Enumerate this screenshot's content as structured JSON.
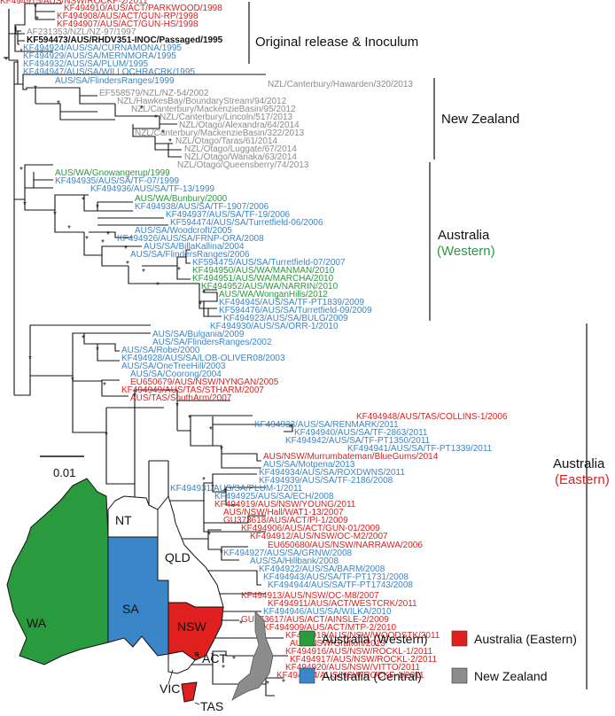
{
  "colors": {
    "western": "#2a9a3f",
    "eastern": "#e0201e",
    "central": "#3a86c8",
    "nz": "#8c8c8c",
    "black": "#111111"
  },
  "groups": {
    "original": "Original release & Inoculum",
    "nz": "New Zealand",
    "aus_w_1": "Australia",
    "aus_w_2": "(Western)",
    "aus_e_1": "Australia",
    "aus_e_2": "(Eastern)"
  },
  "scale_label": "0.01",
  "star": "*",
  "tips": [
    {
      "label": "KF494910/AUS/ACT/PARKWOOD/1998",
      "region": "eastern"
    },
    {
      "label": "KF494908/AUS/ACT/GUN-RP/1998",
      "region": "eastern"
    },
    {
      "label": "KF494907/AUS/ACT/GUN-HS/1998",
      "region": "eastern"
    },
    {
      "label": "AF231353/NZL/NZ-97/1997",
      "region": "nz"
    },
    {
      "label": "KF594473/AUS/RHDV351-INOC/Passaged/1995",
      "region": "black",
      "bold": true
    },
    {
      "label": "KF494924/AUS/SA/CURNAMONA/1995",
      "region": "central"
    },
    {
      "label": "KF494929/AUS/SA/MERNMORA/1995",
      "region": "central"
    },
    {
      "label": "KF494932/AUS/SA/PLUM/1995",
      "region": "central"
    },
    {
      "label": "KF494947/AUS/SA/WILLOCHRACRK/1995",
      "region": "central"
    },
    {
      "label": "AUS/SA/FlindersRanges/1999",
      "region": "central"
    },
    {
      "label": "NZL/Canterbury/Hawarden/320/2013",
      "region": "nz"
    },
    {
      "label": "EF558579/NZL/NZ-54/2002",
      "region": "nz"
    },
    {
      "label": "NZL/HawkesBay/BoundaryStream/94/2012",
      "region": "nz"
    },
    {
      "label": "NZL/Canterbury/MackenzieBasin/95/2012",
      "region": "nz"
    },
    {
      "label": "NZL/Canterbury/Lincoln/517/2013",
      "region": "nz"
    },
    {
      "label": "NZL/Otago/Alexandra/64/2014",
      "region": "nz"
    },
    {
      "label": "NZL/Canterbury/MackenzieBasin/322/2013",
      "region": "nz"
    },
    {
      "label": "NZL/Otago/Taras/61/2014",
      "region": "nz"
    },
    {
      "label": "NZL/Otago/Luggate/67/2014",
      "region": "nz"
    },
    {
      "label": "NZL/Otago/Wanaka/63/2014",
      "region": "nz"
    },
    {
      "label": "NZL/Otago/Queensberry/74/2013",
      "region": "nz"
    },
    {
      "label": "AUS/WA/Gnowangerup/1999",
      "region": "western"
    },
    {
      "label": "KF494935/AUS/SA/TF-07/1999",
      "region": "central"
    },
    {
      "label": "KF494936/AUS/SA/TF-13/1999",
      "region": "central"
    },
    {
      "label": "AUS/WA/Bunbury/2000",
      "region": "western"
    },
    {
      "label": "KF494938/AUS/SA/TF-1907/2006",
      "region": "central"
    },
    {
      "label": "KF494937/AUS/SA/TF-19/2006",
      "region": "central"
    },
    {
      "label": "KF594474/AUS/SA/Turretfield-06/2006",
      "region": "central"
    },
    {
      "label": "AUS/SA/Woodcroft/2005",
      "region": "central"
    },
    {
      "label": "KF494926/AUS/SA/FRNP-ORA/2008",
      "region": "central"
    },
    {
      "label": "AUS/SA/BillaKallina/2004",
      "region": "central"
    },
    {
      "label": "AUS/SA/FlindersRanges/2006",
      "region": "central"
    },
    {
      "label": "KF594475/AUS/SA/Turretfield-07/2007",
      "region": "central"
    },
    {
      "label": "KF494950/AUS/WA/MANMAN/2010",
      "region": "western"
    },
    {
      "label": "KF494951/AUS/WA/MARCHA/2010",
      "region": "western"
    },
    {
      "label": "KF494952/AUS/WA/NARRIN/2010",
      "region": "western"
    },
    {
      "label": "AUS/WA/WonganHills/2012",
      "region": "western"
    },
    {
      "label": "KF494945/AUS/SA/TF-PT1839/2009",
      "region": "central"
    },
    {
      "label": "KF594476/AUS/SA/Turretfield-09/2009",
      "region": "central"
    },
    {
      "label": "KF494923/AUS/SA/BULG/2009",
      "region": "central"
    },
    {
      "label": "KF494930/AUS/SA/ORR-1/2010",
      "region": "central"
    },
    {
      "label": "AUS/SA/Bulgania/2009",
      "region": "central"
    },
    {
      "label": "AUS/SA/FlindersRanges/2002",
      "region": "central"
    },
    {
      "label": "AUS/SA/Robe/2000",
      "region": "central"
    },
    {
      "label": "KF494928/AUS/SA/LOB-OLIVER08/2003",
      "region": "central"
    },
    {
      "label": "AUS/SA/OneTreeHill/2003",
      "region": "central"
    },
    {
      "label": "AUS/SA/Coorong/2004",
      "region": "central"
    },
    {
      "label": "EU650679/AUS/NSW/NYNGAN/2005",
      "region": "eastern"
    },
    {
      "label": "KF494949/AUS/TAS/STHARM/2007",
      "region": "eastern"
    },
    {
      "label": "AUS/TAS/SouthArm/2007",
      "region": "eastern"
    },
    {
      "label": "KF494948/AUS/TAS/COLLINS-1/2006",
      "region": "eastern"
    },
    {
      "label": "KF494933/AUS/SA/RENMARK/2011",
      "region": "central"
    },
    {
      "label": "KF494940/AUS/SA/TF-2863/2011",
      "region": "central"
    },
    {
      "label": "KF494942/AUS/SA/TF-PT1350/2011",
      "region": "central"
    },
    {
      "label": "KF494941/AUS/SA/TF-PT1339/2011",
      "region": "central"
    },
    {
      "label": "AUS/NSW/Murrumbateman/BlueGums/2014",
      "region": "eastern"
    },
    {
      "label": "AUS/SA/Motpena/2013",
      "region": "central"
    },
    {
      "label": "KF494934/AUS/SA/ROXDWNS/2011",
      "region": "central"
    },
    {
      "label": "KF494939/AUS/SA/TF-2186/2008",
      "region": "central"
    },
    {
      "label": "KF494931/AUS/SA/PLUM-1/2011",
      "region": "central"
    },
    {
      "label": "KF494925/AUS/SA/ECH/2008",
      "region": "central"
    },
    {
      "label": "KF494919/AUS/NSW/YOUNG/2011",
      "region": "eastern"
    },
    {
      "label": "AUS/NSW/Hall/WAT1-13/2007",
      "region": "eastern"
    },
    {
      "label": "GU373618/AUS/ACT/PI-1/2009",
      "region": "eastern"
    },
    {
      "label": "KF494906/AUS/ACT/GUN-01/2009",
      "region": "eastern"
    },
    {
      "label": "KF494912/AUS/NSW/OC-M2/2007",
      "region": "eastern"
    },
    {
      "label": "EU650680/AUS/NSW/NARRAWA/2006",
      "region": "eastern"
    },
    {
      "label": "KF494927/AUS/SA/GRNW/2008",
      "region": "central"
    },
    {
      "label": "AUS/SA/Hillbank/2008",
      "region": "central"
    },
    {
      "label": "KF494922/AUS/SA/BARM/2008",
      "region": "central"
    },
    {
      "label": "KF494943/AUS/SA/TF-PT1731/2008",
      "region": "central"
    },
    {
      "label": "KF494944/AUS/SA/TF-PT1743/2008",
      "region": "central"
    },
    {
      "label": "KF494913/AUS/NSW/OC-M8/2007",
      "region": "eastern"
    },
    {
      "label": "KF494911/AUS/ACT/WESTCRK/2011",
      "region": "eastern"
    },
    {
      "label": "KF494946/AUS/SA/WILKA/2010",
      "region": "central"
    },
    {
      "label": "GU373617/AUS/ACT/AINSLE-2/2009",
      "region": "eastern"
    },
    {
      "label": "KF494909/AUS/ACT/MTP-2/2010",
      "region": "eastern"
    },
    {
      "label": "KF494918/AUS/NSW/WOODSTK/2011",
      "region": "eastern"
    },
    {
      "label": "AUS/NSW/Grafton/2013",
      "region": "eastern"
    },
    {
      "label": "KF494916/AUS/NSW/ROCKL-1/2011",
      "region": "eastern"
    },
    {
      "label": "KF494917/AUS/NSW/ROCKL-2/2011",
      "region": "eastern"
    },
    {
      "label": "KF494920/AUS/NSW/VITTO/2011",
      "region": "eastern"
    },
    {
      "label": "KF494914/AUS/NSW/ROCKF-1/2011",
      "region": "eastern"
    },
    {
      "label": "KF494915/AUS/NSW/ROCKF-2/2011",
      "region": "eastern"
    }
  ],
  "map": {
    "WA": "WA",
    "NT": "NT",
    "QLD": "QLD",
    "SA": "SA",
    "NSW": "NSW",
    "VIC": "VIC",
    "ACT": "ACT",
    "TAS": "TAS"
  },
  "legend": [
    {
      "label": "Australia (Western)",
      "color": "#2a9a3f"
    },
    {
      "label": "Australia (Eastern)",
      "color": "#e0201e"
    },
    {
      "label": "Australia (Central)",
      "color": "#3a86c8"
    },
    {
      "label": "New Zealand",
      "color": "#8c8c8c"
    }
  ]
}
